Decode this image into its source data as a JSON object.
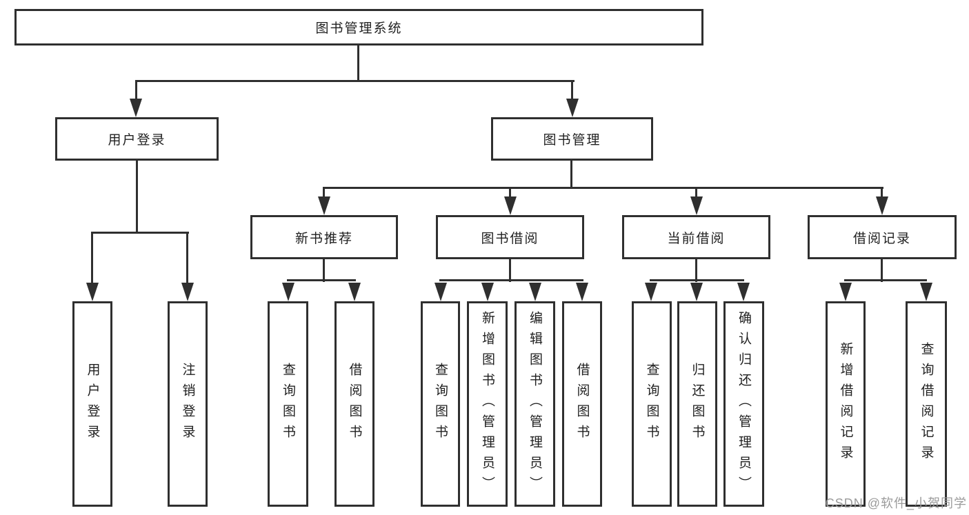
{
  "diagram": {
    "l1": {
      "label": "图书管理系统"
    },
    "l2": [
      "用户登录",
      "图书管理"
    ],
    "l3": [
      "新书推荐",
      "图书借阅",
      "当前借阅",
      "借阅记录"
    ],
    "l4": {
      "login": [
        "用户登录",
        "注销登录"
      ],
      "recommend": [
        "查询图书",
        "借阅图书"
      ],
      "borrowing": [
        "查询图书",
        "新增图书（管理员）",
        "编辑图书（管理员）",
        "借阅图书"
      ],
      "current": [
        "查询图书",
        "归还图书",
        "确认归还（管理员）"
      ],
      "records": [
        "新增借阅记录",
        "查询借阅记录"
      ]
    },
    "watermark": "CSDN @软件_小贺同学",
    "colors": {
      "line": "#2f2f2f",
      "text": "#1f1f1f",
      "watermark": "#9b9b9b",
      "background": "#ffffff"
    }
  }
}
